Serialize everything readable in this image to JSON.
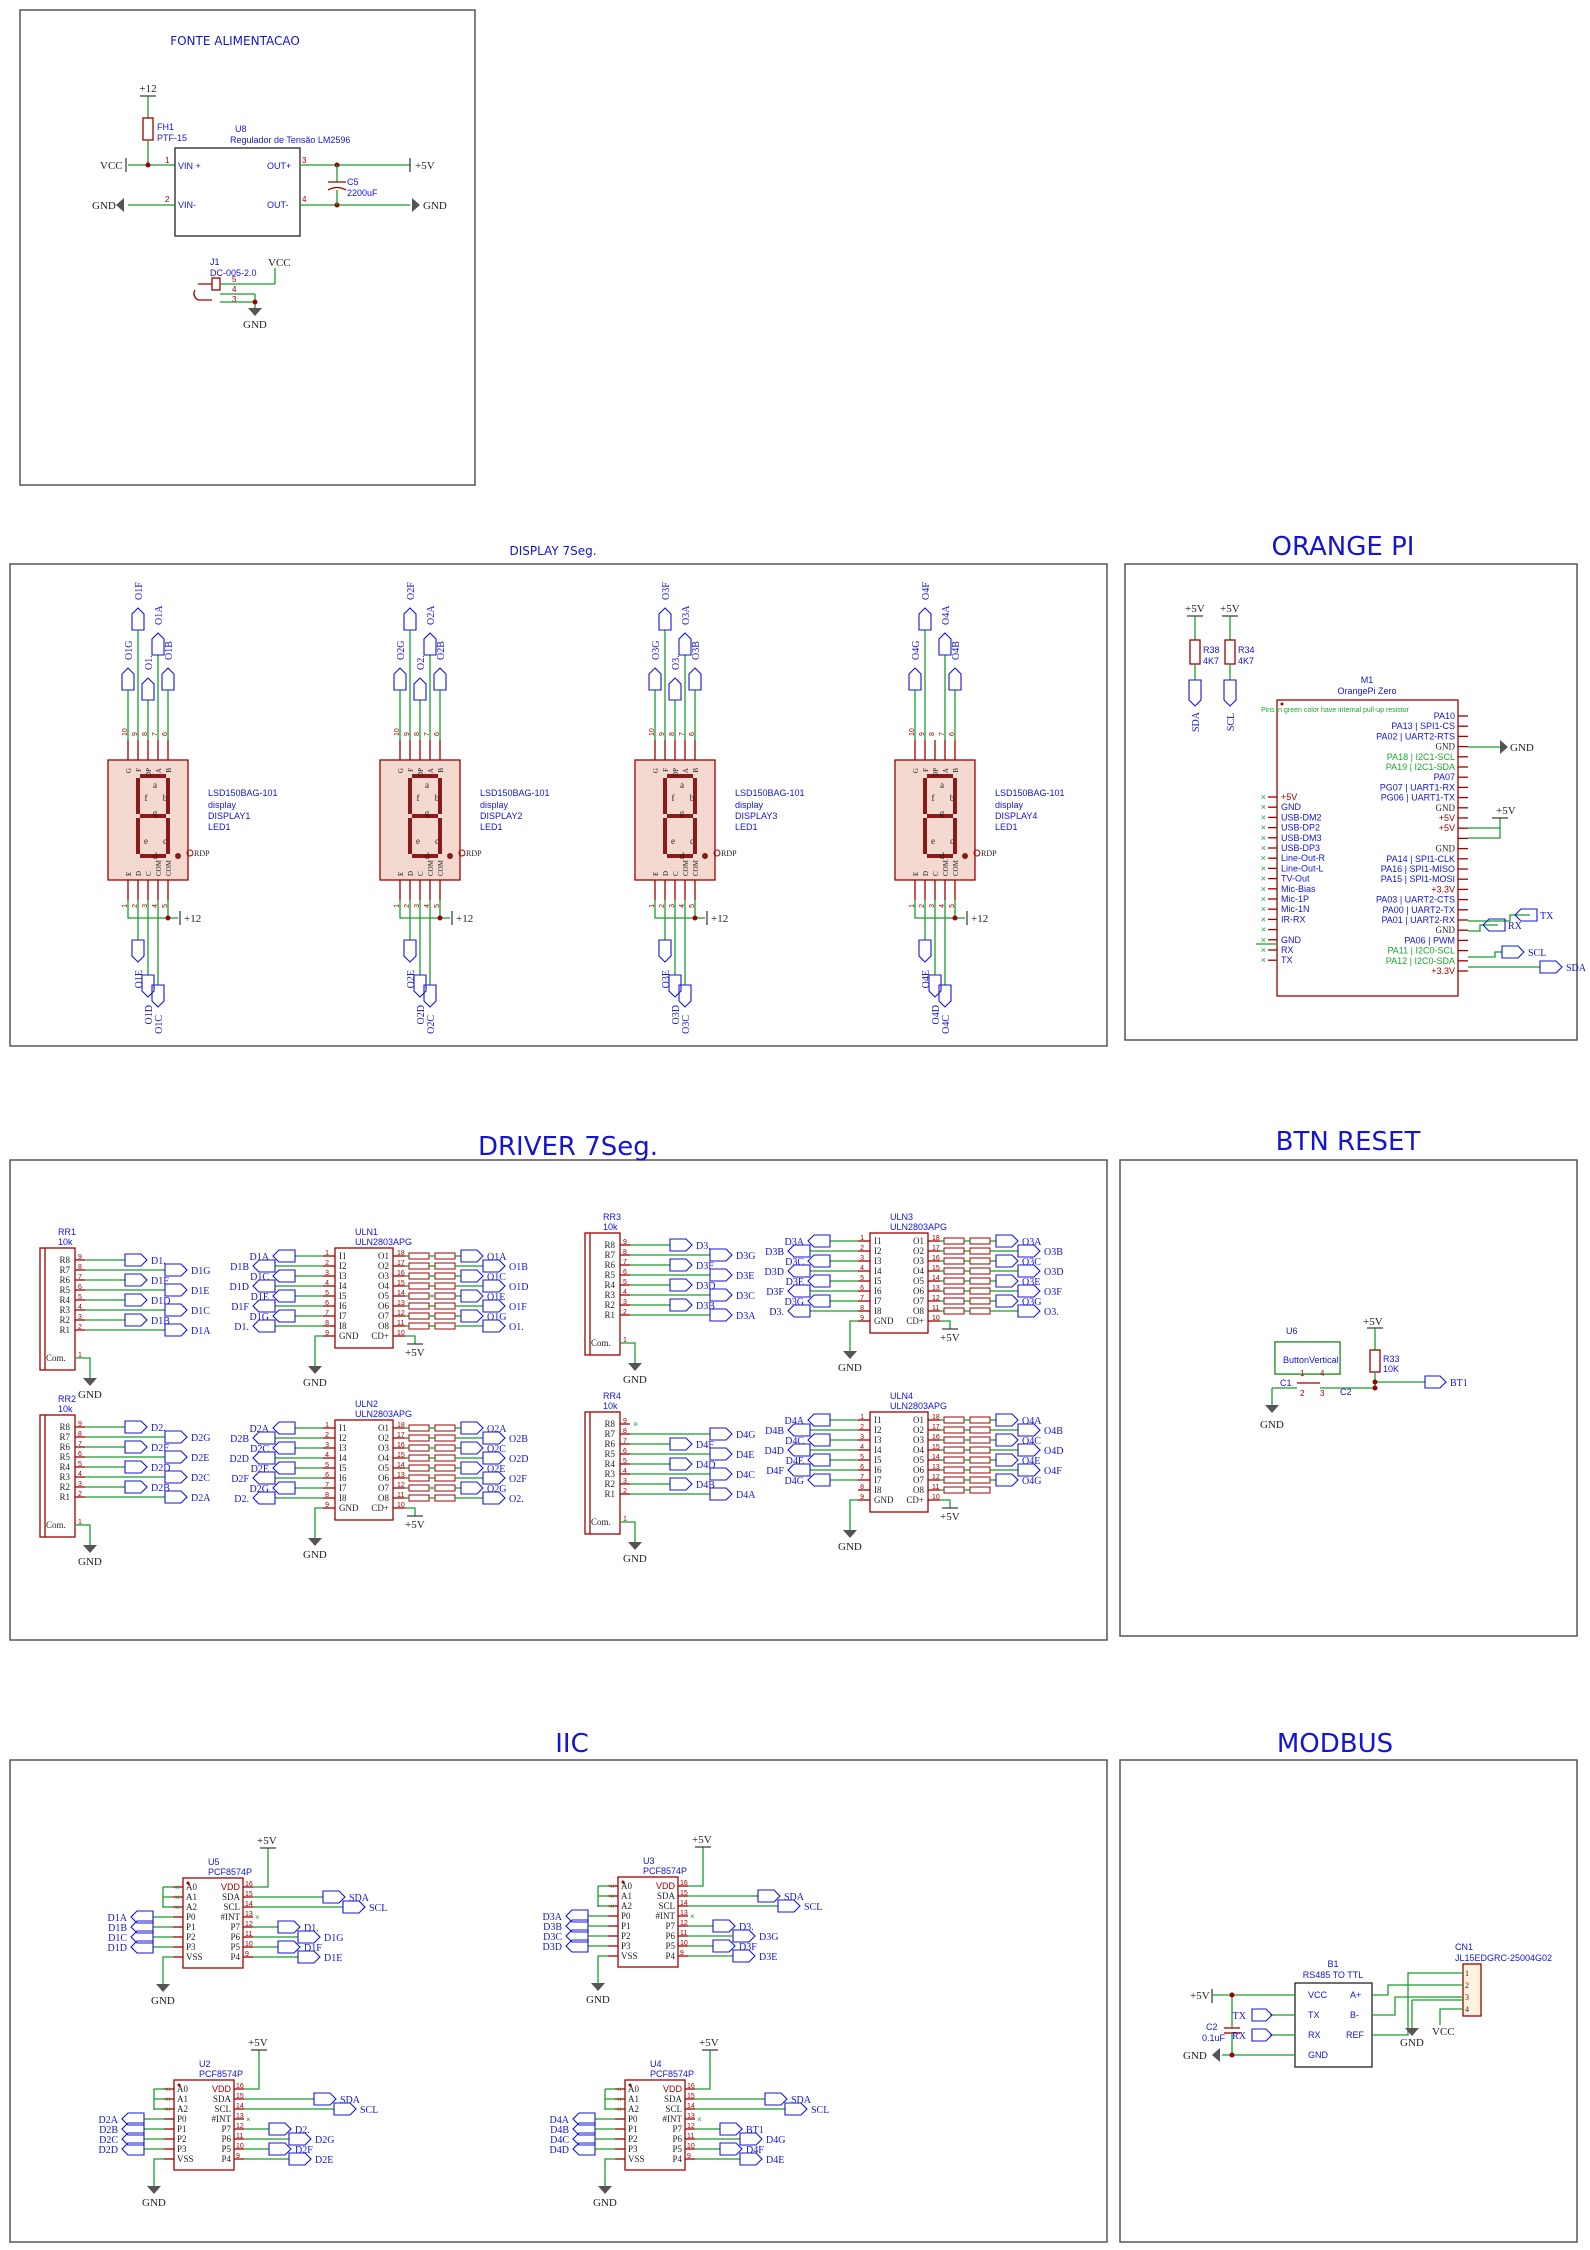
{
  "sections": {
    "fonte": "FONTE ALIMENTACAO",
    "display": "DISPLAY 7Seg.",
    "orange": "ORANGE PI",
    "driver": "DRIVER 7Seg.",
    "btn": "BTN RESET",
    "iic": "IIC",
    "modbus": "MODBUS"
  },
  "power": {
    "plus12": "+12",
    "plus5": "+5V",
    "vcc": "VCC",
    "gnd": "GND",
    "fh1_ref": "FH1",
    "fh1_val": "PTF-15",
    "u8_ref": "U8",
    "u8_val": "Regulador de Tensão LM2596",
    "vin_plus": "VIN +",
    "vin_minus": "VIN-",
    "out_plus": "OUT+",
    "out_minus": "OUT-",
    "c5_ref": "C5",
    "c5_val": "2200uF",
    "j1_ref": "J1",
    "j1_val": "DC-005-2.0",
    "pin1": "1",
    "pin2": "2",
    "pin3": "3",
    "pin4": "4",
    "pin5": "5"
  },
  "displays": [
    {
      "ref": "DISPLAY1",
      "model": "LSD150BAG-101",
      "type": "display",
      "led": "LED1",
      "nets_top": [
        "O1G",
        "O1F",
        "O1.",
        "O1A",
        "O1B"
      ],
      "nets_bot": [
        "O1E",
        "O1D",
        "O1C"
      ],
      "supply": "+12"
    },
    {
      "ref": "DISPLAY2",
      "model": "LSD150BAG-101",
      "type": "display",
      "led": "LED1",
      "nets_top": [
        "O2G",
        "O2F",
        "O2.",
        "O2A",
        "O2B"
      ],
      "nets_bot": [
        "O2E",
        "O2D",
        "O2C"
      ],
      "supply": "+12"
    },
    {
      "ref": "DISPLAY3",
      "model": "LSD150BAG-101",
      "type": "display",
      "led": "LED1",
      "nets_top": [
        "O3G",
        "O3F",
        "O3.",
        "O3A",
        "O3B"
      ],
      "nets_bot": [
        "O3E",
        "O3D",
        "O3C"
      ],
      "supply": "+12"
    },
    {
      "ref": "DISPLAY4",
      "model": "LSD150BAG-101",
      "type": "display",
      "led": "LED1",
      "nets_top": [
        "O4G",
        "O4F",
        "",
        "O4A",
        "O4B"
      ],
      "nets_bot": [
        "O4E",
        "O4D",
        "O4C"
      ],
      "supply": "+12"
    }
  ],
  "display_pins": {
    "top": [
      "10",
      "9",
      "8",
      "7",
      "6"
    ],
    "bot": [
      "1",
      "2",
      "3",
      "4",
      "5"
    ],
    "seg_top": [
      "G",
      "F",
      "DP",
      "A",
      "B"
    ],
    "seg_bot": [
      "E",
      "D",
      "C",
      "COM",
      "COM"
    ],
    "com": "COM",
    "rdp": "RDP"
  },
  "orange": {
    "r38": "R38",
    "r38_val": "4K7",
    "r34": "R34",
    "r34_val": "4K7",
    "sda": "SDA",
    "scl": "SCL",
    "m1_ref": "M1",
    "m1_val": "OrangePi Zero",
    "note": "Pins in green color have internal pull-up resistor",
    "left_pins": [
      "+5V",
      "GND",
      "USB-DM2",
      "USB-DP2",
      "USB-DM3",
      "USB-DP3",
      "Line-Out-R",
      "Line-Out-L",
      "TV-Out",
      "Mic-Bias",
      "Mic-1P",
      "Mic-1N",
      "IR-RX",
      "",
      "GND",
      "RX",
      "TX"
    ],
    "right_pins": [
      "PA10",
      "PA13 | SPI1-CS",
      "PA02 | UART2-RTS",
      "GND",
      "PA18 | I2C1-SCL",
      "PA19 | I2C1-SDA",
      "PA07",
      "PG07 | UART1-RX",
      "PG06 | UART1-TX",
      "GND",
      "+5V",
      "+5V",
      "",
      "GND",
      "PA14 | SPI1-CLK",
      "PA16 | SPI1-MISO",
      "PA15 | SPI1-MOSI",
      "+3.3V",
      "PA03 | UART2-CTS",
      "PA00 | UART2-TX",
      "PA01 | UART2-RX",
      "GND",
      "PA06 | PWM",
      "PA11 | I2C0-SCL",
      "PA12 | I2C0-SDA",
      "+3.3V"
    ],
    "tx": "TX",
    "rx": "RX"
  },
  "rr": [
    {
      "ref": "RR1",
      "val": "10k",
      "pins": [
        "R8",
        "R7",
        "R6",
        "R5",
        "R4",
        "R3",
        "R2",
        "R1"
      ],
      "nets": [
        "D1.",
        "D1G",
        "D1F",
        "D1E",
        "D1D",
        "D1C",
        "D1B",
        "D1A"
      ],
      "com": "Com."
    },
    {
      "ref": "RR2",
      "val": "10k",
      "pins": [
        "R8",
        "R7",
        "R6",
        "R5",
        "R4",
        "R3",
        "R2",
        "R1"
      ],
      "nets": [
        "D2.",
        "D2G",
        "D2F",
        "D2E",
        "D2D",
        "D2C",
        "D2B",
        "D2A"
      ],
      "com": "Com."
    },
    {
      "ref": "RR3",
      "val": "10k",
      "pins": [
        "R8",
        "R7",
        "R6",
        "R5",
        "R4",
        "R3",
        "R2",
        "R1"
      ],
      "nets": [
        "D3.",
        "D3G",
        "D3F",
        "D3E",
        "D3D",
        "D3C",
        "D3B",
        "D3A"
      ],
      "com": "Com."
    },
    {
      "ref": "RR4",
      "val": "10k",
      "pins": [
        "R8",
        "R7",
        "R6",
        "R5",
        "R4",
        "R3",
        "R2",
        "R1"
      ],
      "nets": [
        "",
        "D4G",
        "D4F",
        "D4E",
        "D4D",
        "D4C",
        "D4B",
        "D4A"
      ],
      "com": "Com."
    }
  ],
  "uln": [
    {
      "ref": "ULN1",
      "val": "ULN2803APG",
      "in": [
        "D1A",
        "D1B",
        "D1C",
        "D1D",
        "D1E",
        "D1F",
        "D1G",
        "D1."
      ],
      "out": [
        "O1A",
        "O1B",
        "O1C",
        "O1D",
        "O1E",
        "O1F",
        "O1G",
        "O1."
      ]
    },
    {
      "ref": "ULN2",
      "val": "ULN2803APG",
      "in": [
        "D2A",
        "D2B",
        "D2C",
        "D2D",
        "D2E",
        "D2F",
        "D2G",
        "D2."
      ],
      "out": [
        "O2A",
        "O2B",
        "O2C",
        "O2D",
        "O2E",
        "O2F",
        "O2G",
        "O2."
      ]
    },
    {
      "ref": "ULN3",
      "val": "ULN2803APG",
      "in": [
        "D3A",
        "D3B",
        "D3C",
        "D3D",
        "D3E",
        "D3F",
        "D3G",
        "D3."
      ],
      "out": [
        "O3A",
        "O3B",
        "O3C",
        "O3D",
        "O3E",
        "O3F",
        "O3G",
        "O3."
      ]
    },
    {
      "ref": "ULN4",
      "val": "ULN2803APG",
      "in": [
        "D4A",
        "D4B",
        "D4C",
        "D4D",
        "D4E",
        "D4F",
        "D4G",
        ""
      ],
      "out": [
        "O4A",
        "O4B",
        "O4C",
        "O4D",
        "O4E",
        "O4F",
        "O4G",
        ""
      ]
    }
  ],
  "uln_pins": {
    "in": [
      "I1",
      "I2",
      "I3",
      "I4",
      "I5",
      "I6",
      "I7",
      "I8",
      "GND"
    ],
    "out": [
      "O1",
      "O2",
      "O3",
      "O4",
      "O5",
      "O6",
      "O7",
      "O8",
      "CD+"
    ]
  },
  "btn": {
    "u6_ref": "U6",
    "u6_val": "ButtonVertical",
    "r33": "R33",
    "r33_val": "10K",
    "c1": "C1",
    "c2": "C2",
    "bt1": "BT1"
  },
  "pcf": [
    {
      "ref": "U5",
      "val": "PCF8574P",
      "ins": [
        "D1A",
        "D1B",
        "D1C",
        "D1D"
      ],
      "outs": [
        "D1.",
        "D1G",
        "D1F",
        "D1E"
      ]
    },
    {
      "ref": "U3",
      "val": "PCF8574P",
      "ins": [
        "D3A",
        "D3B",
        "D3C",
        "D3D"
      ],
      "outs": [
        "D3.",
        "D3G",
        "D3F",
        "D3E"
      ]
    },
    {
      "ref": "U2",
      "val": "PCF8574P",
      "ins": [
        "D2A",
        "D2B",
        "D2C",
        "D2D"
      ],
      "outs": [
        "D2.",
        "D2G",
        "D2F",
        "D2E"
      ]
    },
    {
      "ref": "U4",
      "val": "PCF8574P",
      "ins": [
        "D4A",
        "D4B",
        "D4C",
        "D4D"
      ],
      "outs": [
        "BT1",
        "D4G",
        "D4F",
        "D4E"
      ]
    }
  ],
  "pcf_pins": {
    "left": [
      "A0",
      "A1",
      "A2",
      "P0",
      "P1",
      "P2",
      "P3",
      "VSS"
    ],
    "right": [
      "VDD",
      "SDA",
      "SCL",
      "#INT",
      "P7",
      "P6",
      "P5",
      "P4"
    ]
  },
  "modbus": {
    "b1_ref": "B1",
    "b1_val": "RS485 TO TTL",
    "cn1_ref": "CN1",
    "cn1_val": "JL15EDGRC-25004G02",
    "c2_ref": "C2",
    "c2_val": "0.1uF",
    "left": [
      "VCC",
      "TX",
      "RX",
      "GND"
    ],
    "right": [
      "A+",
      "B-",
      "REF"
    ],
    "tx": "TX",
    "rx": "RX"
  }
}
